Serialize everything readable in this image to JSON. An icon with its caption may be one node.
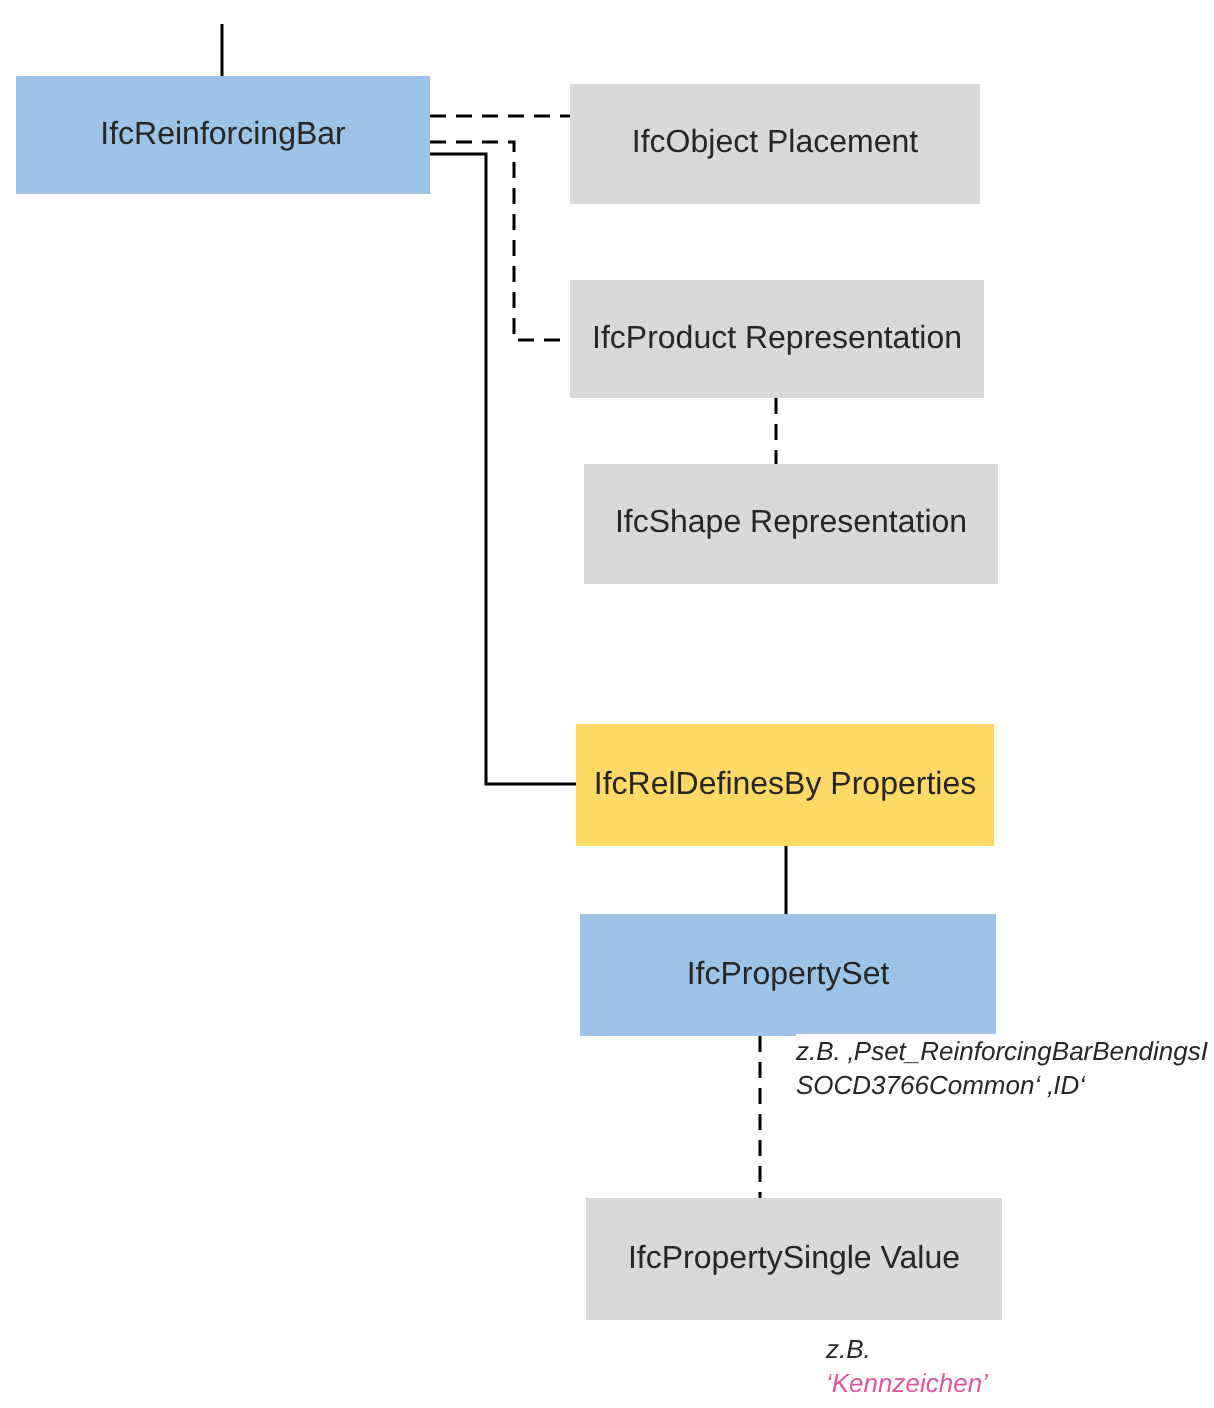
{
  "diagram": {
    "nodes": [
      {
        "text": [
          "IfcReinforcingBar"
        ]
      },
      {
        "text": [
          "IfcObject Placement"
        ]
      },
      {
        "text": [
          "IfcProduct Representation"
        ]
      },
      {
        "text": [
          "IfcShape Representation"
        ]
      },
      {
        "text": [
          "IfcRelDefinesBy Properties"
        ]
      },
      {
        "text": [
          "IfcPropertySet"
        ]
      },
      {
        "text": [
          "IfcPropertySingle Value"
        ],
        "beside": [
          "z.B.",
          "‘Kennzeichen’"
        ]
      }
    ],
    "edges": [
      {
        "from": null,
        "to": 0,
        "arrow": "none"
      },
      {
        "from": 0,
        "to": 1,
        "arrow": "none",
        "style": "dashed"
      },
      {
        "from": 0,
        "to": 2,
        "arrow": "none",
        "style": "dashed"
      },
      {
        "from": 2,
        "to": 3,
        "arrow": "none",
        "style": "dashed"
      },
      {
        "from": 0,
        "to": 4,
        "arrow": "none"
      },
      {
        "from": 4,
        "to": 5,
        "arrow": "none"
      },
      {
        "from": 5,
        "to": 6,
        "arrow": "none",
        "style": "dashed",
        "label": "z.B. ‚Pset_ReinforcingBarBendingsISOCD3766Common‘ ‚ID‘"
      }
    ]
  }
}
